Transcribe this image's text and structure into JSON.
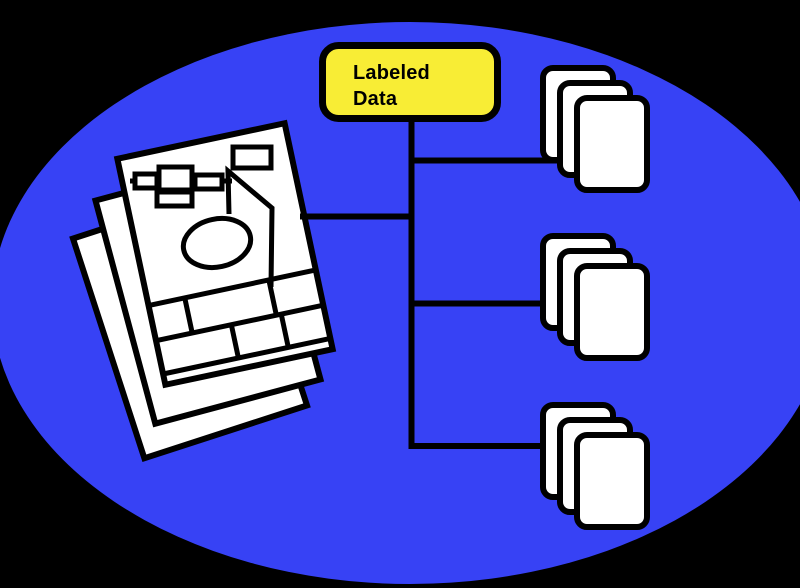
{
  "diagram": {
    "root_node": {
      "label_line1": "Labeled",
      "label_line2": "Data"
    },
    "document_stack": {
      "page_count": 3
    },
    "card_stacks": {
      "stack_count": 3,
      "cards_per_stack": 3
    },
    "connector": {
      "right_branches": 3,
      "left_branches": 1
    }
  },
  "colors": {
    "background": "#000000",
    "ellipse": "#3742F5",
    "node_fill": "#F8ED35",
    "shape_fill": "#FFFFFF",
    "stroke": "#000000"
  }
}
